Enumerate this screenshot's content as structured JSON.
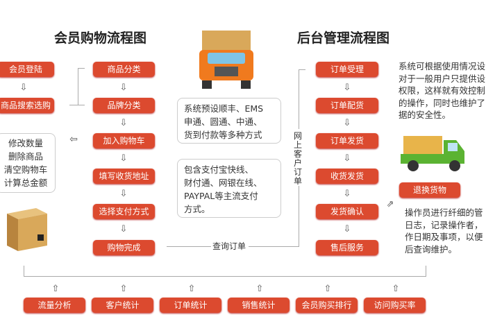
{
  "left_title": "会员购物流程图",
  "right_title": "后台管理流程图",
  "member_steps": [
    "会员登陆",
    "商品搜索选购"
  ],
  "cart_note": [
    "修改数量",
    "删除商品",
    "清空购物车",
    "计算总金额"
  ],
  "shop_steps": [
    "商品分类",
    "品牌分类",
    "加入购物车",
    "填写收货地址",
    "选择支付方式",
    "购物完成"
  ],
  "shipping_note": [
    "系统预设顺丰、EMS",
    "申通、圆通、中通、",
    "货到付款等多种方式"
  ],
  "payment_note": [
    "包含支付宝快线、",
    "财付通、网银在线、",
    "PAYPAL等主流支付",
    "方式。"
  ],
  "query_label": "查询订单",
  "online_order_label": "网上客户订单",
  "admin_steps": [
    "订单受理",
    "订单配货",
    "订单发货",
    "收货发货",
    "发货确认",
    "售后服务"
  ],
  "permission_note": [
    "系统可根据使用情况设",
    "对于一般用户只提供设",
    "权限，这样就有效控制",
    "的操作，同时也维护了",
    "据的安全性。"
  ],
  "return_label": "退换货物",
  "log_note": [
    "操作员进行纤细的管",
    "日志，记录操作者，",
    "作日期及事项，以便",
    "后查询维护。"
  ],
  "stats": [
    "流量分析",
    "客户统计",
    "订单统计",
    "销售统计",
    "会员购买排行",
    "访问购买率"
  ],
  "colors": {
    "accent": "#dc4a2f",
    "orange_truck": "#f07a1e",
    "green_truck": "#5bb332",
    "box": "#d9a85a"
  }
}
